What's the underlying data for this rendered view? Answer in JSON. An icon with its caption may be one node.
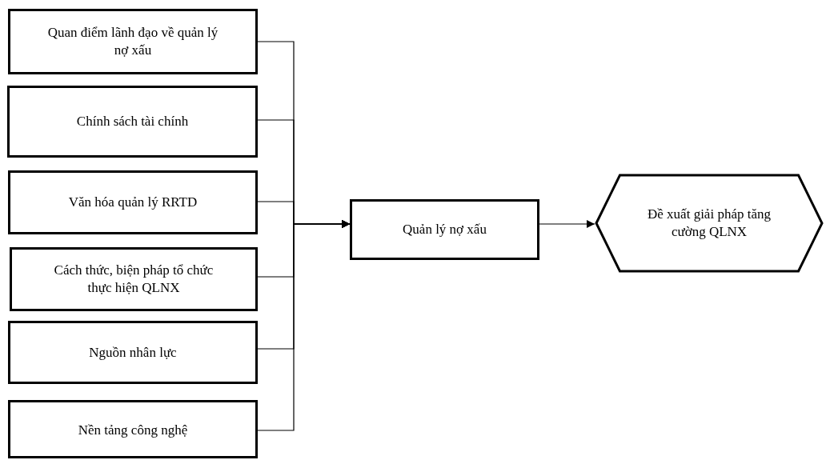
{
  "diagram": {
    "nodes": [
      {
        "text": [
          "Quan điểm lãnh đạo về quản lý nợ xấu"
        ]
      },
      {
        "text": [
          "Chính sách tài chính"
        ]
      },
      {
        "text": [
          "Văn hóa quản lý RRTD"
        ]
      },
      {
        "text": [
          "Cách thức, biện pháp tổ chức thực hiện QLNX"
        ]
      },
      {
        "text": [
          "Nguồn nhân lực"
        ]
      },
      {
        "text": [
          "Nền tảng công nghệ"
        ]
      },
      {
        "text": [
          "Quản lý nợ xấu"
        ]
      },
      {
        "text": [
          "Đề xuất giải pháp tăng cường QLNX"
        ]
      }
    ],
    "edges": [
      {
        "from": 0,
        "to": 6,
        "arrow": "to"
      },
      {
        "from": 1,
        "to": 6,
        "arrow": "to"
      },
      {
        "from": 2,
        "to": 6,
        "arrow": "to"
      },
      {
        "from": 3,
        "to": 6,
        "arrow": "to"
      },
      {
        "from": 4,
        "to": 6,
        "arrow": "to"
      },
      {
        "from": 5,
        "to": 6,
        "arrow": "to"
      },
      {
        "from": 6,
        "to": 7,
        "arrow": "to"
      }
    ]
  }
}
